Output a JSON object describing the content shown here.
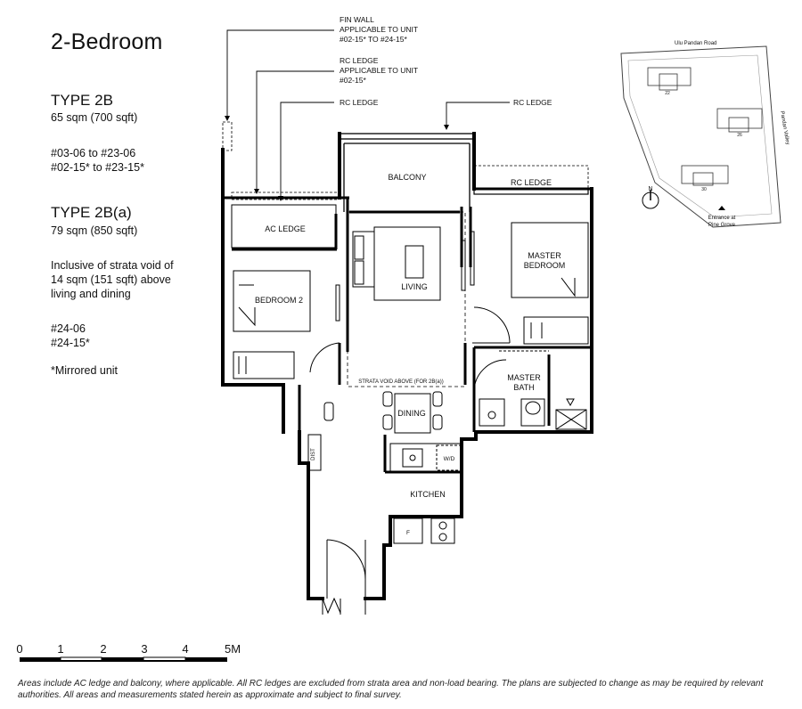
{
  "header": {
    "title": "2-Bedroom"
  },
  "info": {
    "type_a_title": "TYPE 2B",
    "type_a_area": "65 sqm (700 sqft)",
    "type_a_units_1": "#03-06  to #23-06",
    "type_a_units_2": "#02-15* to #23-15*",
    "type_b_title": "TYPE 2B(a)",
    "type_b_area": "79 sqm (850 sqft)",
    "type_b_note_1": "Inclusive of strata void of",
    "type_b_note_2": "14 sqm (151 sqft) above",
    "type_b_note_3": "living and dining",
    "type_b_units_1": "#24-06",
    "type_b_units_2": "#24-15*",
    "mirrored_note": "*Mirrored unit"
  },
  "plan": {
    "callouts": {
      "fin_wall_1": "FIN WALL",
      "fin_wall_2": "APPLICABLE TO UNIT",
      "fin_wall_3": "#02-15* TO #24-15*",
      "rc_ledge_app_1": "RC LEDGE",
      "rc_ledge_app_2": "APPLICABLE TO UNIT",
      "rc_ledge_app_3": "#02-15*",
      "rc_ledge_left": "RC LEDGE",
      "rc_ledge_right": "RC LEDGE"
    },
    "rooms": {
      "balcony": "BALCONY",
      "rc_ledge": "RC LEDGE",
      "ac_ledge": "AC LEDGE",
      "living": "LIVING",
      "bedroom2": "BEDROOM 2",
      "master_bedroom_1": "MASTER",
      "master_bedroom_2": "BEDROOM",
      "master_bath_1": "MASTER",
      "master_bath_2": "BATH",
      "dining": "DINING",
      "kitchen": "KITCHEN",
      "dist": "DIST",
      "wd": "W/D",
      "fridge": "F",
      "strata_void": "STRATA VOID ABOVE (FOR 2B(a))"
    }
  },
  "site_map": {
    "road_top": "Ulu Pandan Road",
    "road_right": "Pandan Valley",
    "entrance_1": "Entrance at",
    "entrance_2": "Pine Grove",
    "north": "N",
    "block_22": "22",
    "block_26": "26",
    "block_30": "30"
  },
  "scale_bar": {
    "labels": [
      "0",
      "1",
      "2",
      "3",
      "4",
      "5M"
    ]
  },
  "footer": {
    "disclaimer": "Areas include AC ledge and balcony, where applicable. All RC ledges are excluded from strata area and non-load bearing. The plans are subjected to change as may be required by relevant authorities. All areas and measurements stated herein as approximate and subject to final survey."
  },
  "colors": {
    "wall": "#000000",
    "line": "#222222",
    "text": "#111111"
  }
}
